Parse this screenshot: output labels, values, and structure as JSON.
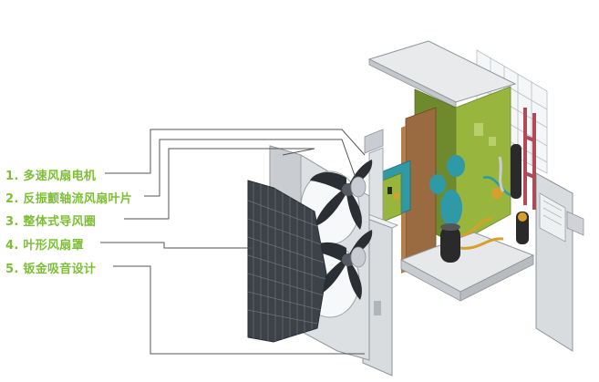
{
  "colors": {
    "label": "#7cbf35",
    "leader": "#555555",
    "panel": "#d9dcdf",
    "panel_edge": "#8f9499",
    "grille": "#3d4248",
    "fan_blade": "#2b2e33",
    "cabinet_green": "#98b53d",
    "cabinet_brown": "#9a6b40",
    "pipe_red": "#b04a56",
    "pump_teal": "#2f9aa6",
    "compressor": "#2a2a2a"
  },
  "labels": [
    {
      "text": "1. 多速风扇电机"
    },
    {
      "text": "2. 反振颤轴流风扇叶片"
    },
    {
      "text": "3. 整体式导风圈"
    },
    {
      "text": "4. 叶形风扇罩"
    },
    {
      "text": "5. 钣金吸音设计"
    }
  ]
}
